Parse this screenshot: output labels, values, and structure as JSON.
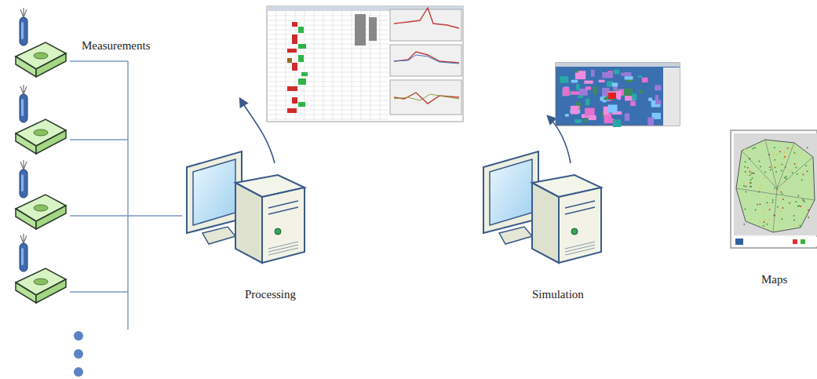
{
  "diagram": {
    "labels": [
      "Measurements",
      "Processing",
      "Simulation",
      "Maps"
    ]
  }
}
